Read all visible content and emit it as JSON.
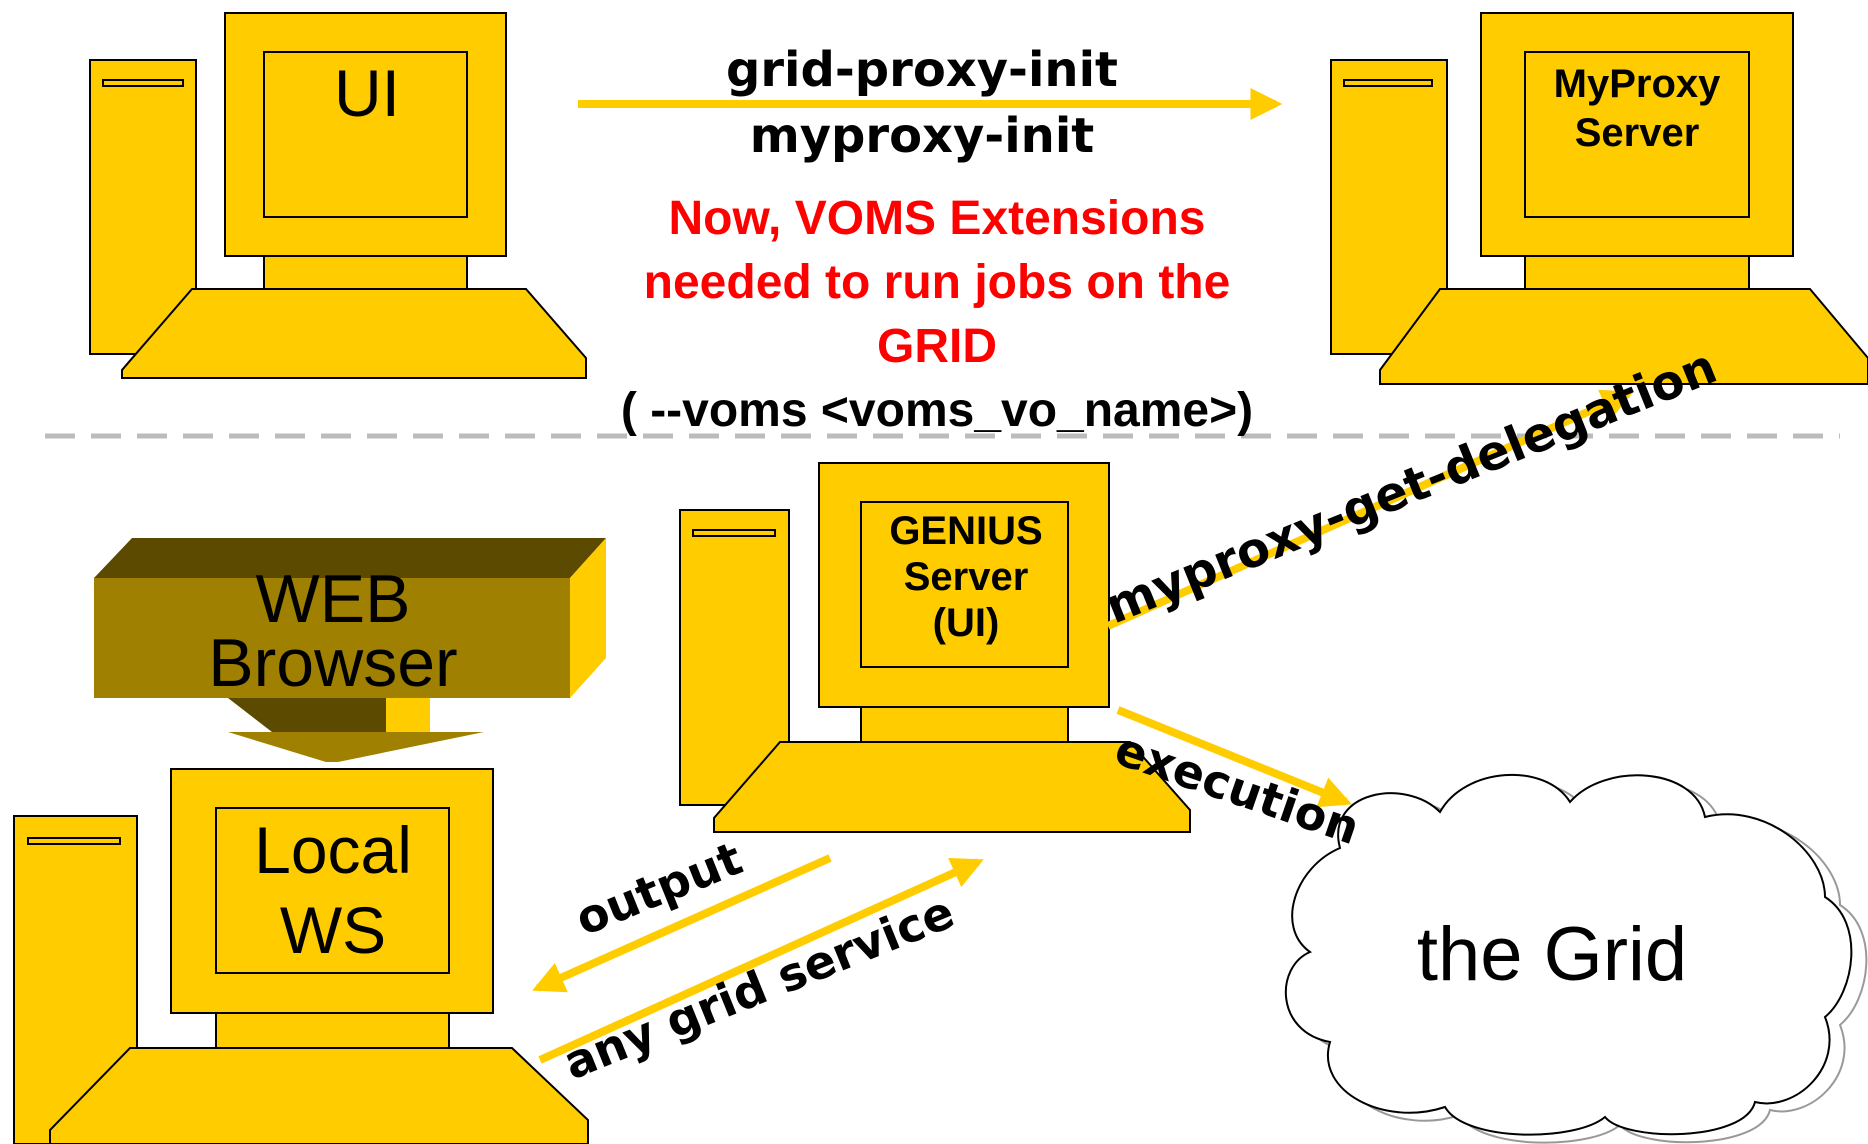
{
  "computers": {
    "ui": {
      "lines": [
        "UI"
      ]
    },
    "myproxy": {
      "lines": [
        "MyProxy",
        "Server"
      ]
    },
    "genius": {
      "lines": [
        "GENIUS",
        "Server",
        "(UI)"
      ]
    },
    "local": {
      "lines": [
        "Local",
        "WS"
      ]
    }
  },
  "browser": {
    "lines": [
      "WEB",
      "Browser"
    ]
  },
  "grid": {
    "label": "the Grid"
  },
  "arrows": {
    "init": {
      "line1": "grid-proxy-init",
      "line2": "myproxy-init"
    },
    "delegation": "myproxy-get-delegation",
    "execution": "execution",
    "output": "output",
    "service": "any grid service"
  },
  "notice": {
    "lines": [
      "Now, VOMS Extensions",
      "needed to run jobs on the",
      "GRID"
    ],
    "option": "( --voms <voms_vo_name>)"
  },
  "colors": {
    "computer_fill": "#FFCC00",
    "arrow": "#FFCC00",
    "browser_front": "#A08000",
    "browser_top": "#5C4A00",
    "browser_side": "#FFCC00",
    "notice_text": "#FF0000",
    "separator": "#BBBBBB"
  }
}
